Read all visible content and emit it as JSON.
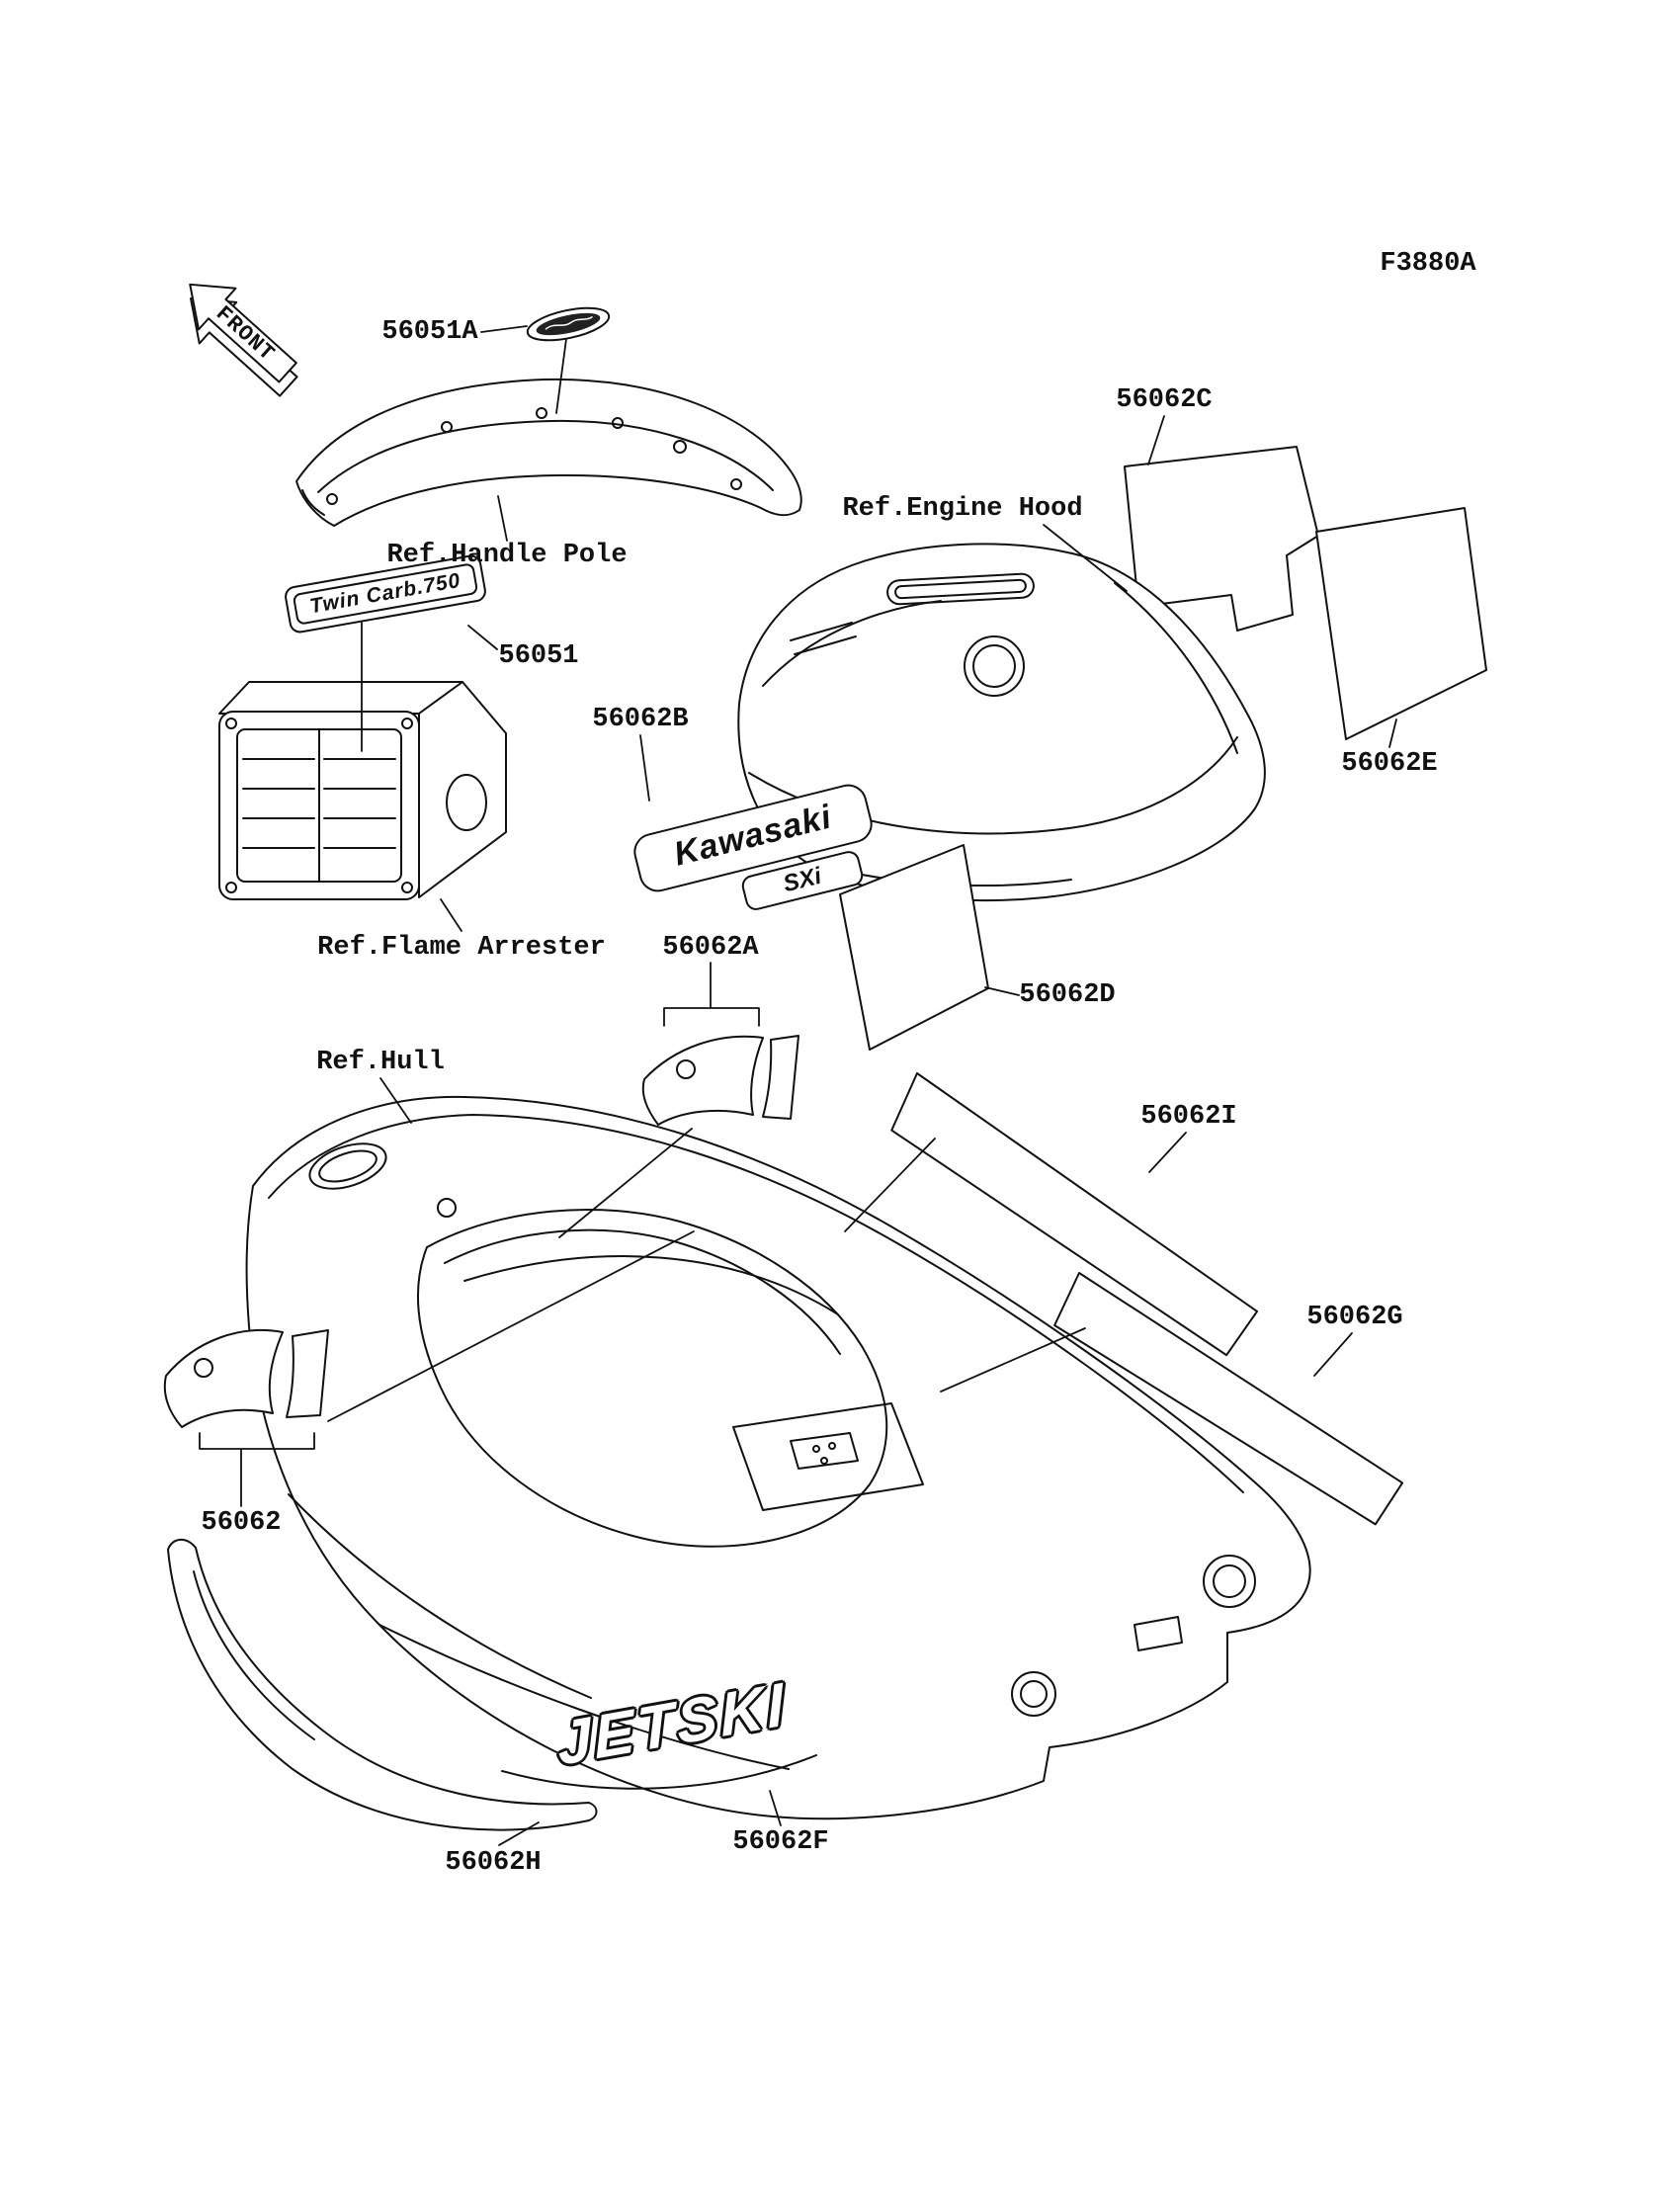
{
  "diagram": {
    "code": "F3880A",
    "front_marker": "FRONT",
    "parts": {
      "p56051A": "56051A",
      "p56051": "56051",
      "p56062": "56062",
      "p56062A": "56062A",
      "p56062B": "56062B",
      "p56062C": "56062C",
      "p56062D": "56062D",
      "p56062E": "56062E",
      "p56062F": "56062F",
      "p56062G": "56062G",
      "p56062H": "56062H",
      "p56062I": "56062I"
    },
    "refs": {
      "handle_pole": "Ref.Handle Pole",
      "engine_hood": "Ref.Engine Hood",
      "flame_arrester": "Ref.Flame Arrester",
      "hull": "Ref.Hull"
    },
    "decal_texts": {
      "twin_carb": "Twin Carb.750",
      "kawasaki": "Kawasaki",
      "sxi": "SXi",
      "jetski": "JETSKI"
    }
  }
}
